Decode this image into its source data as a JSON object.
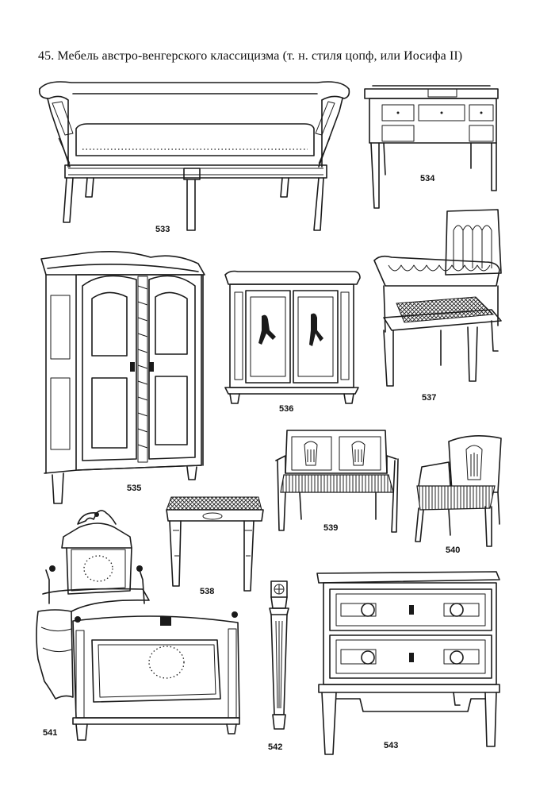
{
  "page": {
    "title": "45. Мебель австро-венгерского классицизма (т. н. стиля цопф, или Иосифа II)"
  },
  "figures": [
    {
      "id": "sofa",
      "number": "533"
    },
    {
      "id": "writing-desk",
      "number": "534"
    },
    {
      "id": "wardrobe",
      "number": "535"
    },
    {
      "id": "cabinet",
      "number": "536"
    },
    {
      "id": "armchair-gothic",
      "number": "537"
    },
    {
      "id": "stool",
      "number": "538"
    },
    {
      "id": "settee",
      "number": "539"
    },
    {
      "id": "armchair-lyre",
      "number": "540"
    },
    {
      "id": "bed",
      "number": "541"
    },
    {
      "id": "leg-detail",
      "number": "542"
    },
    {
      "id": "commode",
      "number": "543"
    }
  ]
}
